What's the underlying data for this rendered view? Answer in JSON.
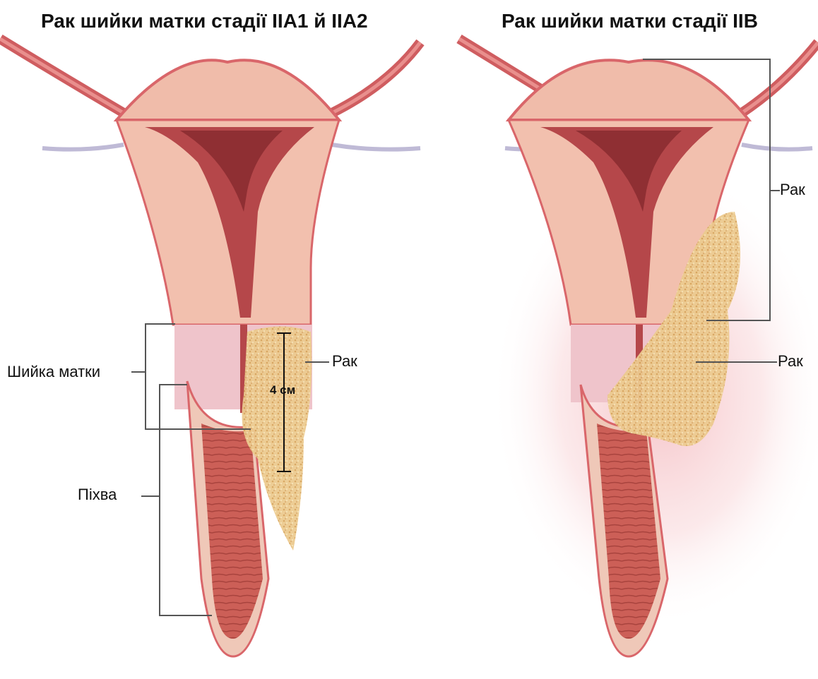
{
  "panels": [
    {
      "title": "Рак шийки матки стадії IIA1 й IIA2"
    },
    {
      "title": "Рак шийки матки стадії IIB"
    }
  ],
  "labels": {
    "left_cancer": "Рак",
    "measurement": "4 см",
    "cervix": "Шийка матки",
    "vagina": "Піхва",
    "right_cancer_upper": "Рак",
    "right_cancer_lower": "Рак"
  },
  "colors": {
    "muscle": "#efb7a6",
    "cavity": "#b5474a",
    "outline": "#d9666a",
    "cervix_tissue": "#efc4cb",
    "vaginal_wall": "#cd5d56",
    "tumor": "#e9c58a",
    "spread_halo": "#f6c9cc"
  }
}
